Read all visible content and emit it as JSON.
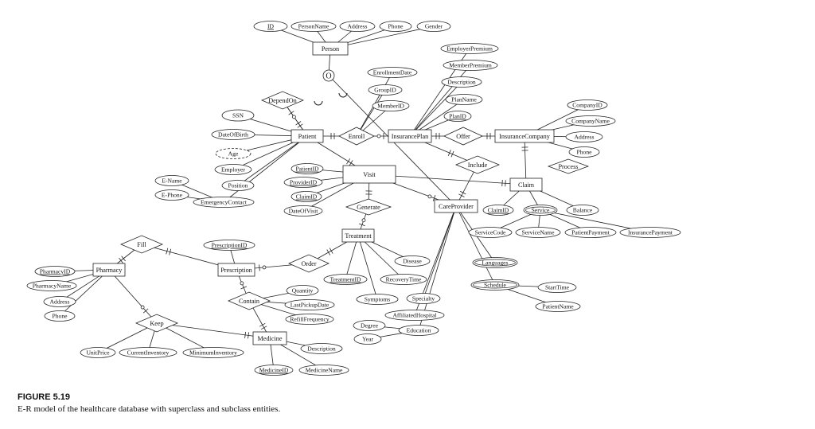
{
  "figure": {
    "label": "FIGURE 5.19",
    "caption": "E-R model of the healthcare database with superclass and subclass entities."
  },
  "diagram": {
    "entities": [
      {
        "id": "person",
        "label": "Person"
      },
      {
        "id": "patient",
        "label": "Patient"
      },
      {
        "id": "insuranceplan",
        "label": "InsurancePlan"
      },
      {
        "id": "insurancecompany",
        "label": "InsuranceCompany"
      },
      {
        "id": "visit",
        "label": "Visit"
      },
      {
        "id": "claim",
        "label": "Claim"
      },
      {
        "id": "careprovider",
        "label": "CareProvider"
      },
      {
        "id": "treatment",
        "label": "Treatment"
      },
      {
        "id": "prescription",
        "label": "Prescription"
      },
      {
        "id": "pharmacy",
        "label": "Pharmacy"
      },
      {
        "id": "medicine",
        "label": "Medicine"
      }
    ],
    "relationships": [
      {
        "id": "dependon",
        "label": "DependOn"
      },
      {
        "id": "enroll",
        "label": "Enroll"
      },
      {
        "id": "offer",
        "label": "Offer"
      },
      {
        "id": "include",
        "label": "Include"
      },
      {
        "id": "process",
        "label": "Process"
      },
      {
        "id": "generate",
        "label": "Generate"
      },
      {
        "id": "order",
        "label": "Order"
      },
      {
        "id": "fill",
        "label": "Fill"
      },
      {
        "id": "contain",
        "label": "Contain"
      },
      {
        "id": "keep",
        "label": "Keep"
      }
    ],
    "attributes": [
      {
        "id": "a_id",
        "label": "ID"
      },
      {
        "id": "a_personname",
        "label": "PersonName"
      },
      {
        "id": "a_address_p",
        "label": "Address"
      },
      {
        "id": "a_phone_p",
        "label": "Phone"
      },
      {
        "id": "a_gender",
        "label": "Gender"
      },
      {
        "id": "a_ssn",
        "label": "SSN"
      },
      {
        "id": "a_dob",
        "label": "DateOfBirth"
      },
      {
        "id": "a_age",
        "label": "Age"
      },
      {
        "id": "a_employer",
        "label": "Employer"
      },
      {
        "id": "a_position",
        "label": "Position"
      },
      {
        "id": "a_emergency",
        "label": "EmergencyContact"
      },
      {
        "id": "a_ename",
        "label": "E-Name"
      },
      {
        "id": "a_ephone",
        "label": "E-Phone"
      },
      {
        "id": "a_enrolldate",
        "label": "EnrollmentDate"
      },
      {
        "id": "a_groupid",
        "label": "GroupID"
      },
      {
        "id": "a_memberid",
        "label": "MemberID"
      },
      {
        "id": "a_employerpremium",
        "label": "EmployerPremium"
      },
      {
        "id": "a_memberpremium",
        "label": "MemberPremium"
      },
      {
        "id": "a_description_ip",
        "label": "Description"
      },
      {
        "id": "a_planname",
        "label": "PlanName"
      },
      {
        "id": "a_planid",
        "label": "PlanID"
      },
      {
        "id": "a_companyid",
        "label": "CompanyID"
      },
      {
        "id": "a_companyname",
        "label": "CompanyName"
      },
      {
        "id": "a_address_ic",
        "label": "Address"
      },
      {
        "id": "a_phone_ic",
        "label": "Phone"
      },
      {
        "id": "a_patientid",
        "label": "PatientID"
      },
      {
        "id": "a_providerid",
        "label": "ProviderID"
      },
      {
        "id": "a_claimid_v",
        "label": "ClaimID"
      },
      {
        "id": "a_dateofvisit",
        "label": "DateOfVisit"
      },
      {
        "id": "a_claimid_c",
        "label": "ClaimID"
      },
      {
        "id": "a_service",
        "label": "Service"
      },
      {
        "id": "a_balance",
        "label": "Balance"
      },
      {
        "id": "a_servicecode",
        "label": "ServiceCode"
      },
      {
        "id": "a_servicename",
        "label": "ServiceName"
      },
      {
        "id": "a_patientpayment",
        "label": "PatientPayment"
      },
      {
        "id": "a_insurancepayment",
        "label": "InsurancePayment"
      },
      {
        "id": "a_languages",
        "label": "Languages"
      },
      {
        "id": "a_schedule",
        "label": "Schedule"
      },
      {
        "id": "a_starttime",
        "label": "StartTime"
      },
      {
        "id": "a_patientname",
        "label": "PatientName"
      },
      {
        "id": "a_specialty",
        "label": "Specialty"
      },
      {
        "id": "a_affiliated",
        "label": "AffiliatedHospital"
      },
      {
        "id": "a_education",
        "label": "Education"
      },
      {
        "id": "a_degree",
        "label": "Degree"
      },
      {
        "id": "a_year",
        "label": "Year"
      },
      {
        "id": "a_disease",
        "label": "Disease"
      },
      {
        "id": "a_treatmentid",
        "label": "TreatmentID"
      },
      {
        "id": "a_recoverytime",
        "label": "RecoveryTime"
      },
      {
        "id": "a_symptoms",
        "label": "Symptoms"
      },
      {
        "id": "a_prescriptionid",
        "label": "PrescriptionID"
      },
      {
        "id": "a_pharmacyid",
        "label": "PharmacyID"
      },
      {
        "id": "a_pharmacyname",
        "label": "PharmacyName"
      },
      {
        "id": "a_address_ph",
        "label": "Address"
      },
      {
        "id": "a_phone_ph",
        "label": "Phone"
      },
      {
        "id": "a_quantity",
        "label": "Quantity"
      },
      {
        "id": "a_lastpickup",
        "label": "LastPickupDate"
      },
      {
        "id": "a_refill",
        "label": "RefillFrequency"
      },
      {
        "id": "a_unitprice",
        "label": "UnitPrice"
      },
      {
        "id": "a_currentinv",
        "label": "CurrentInventory"
      },
      {
        "id": "a_mininv",
        "label": "MinimumInventory"
      },
      {
        "id": "a_description_m",
        "label": "Description"
      },
      {
        "id": "a_medicineid",
        "label": "MedicineID"
      },
      {
        "id": "a_medicinename",
        "label": "MedicineName"
      }
    ],
    "disjointness_symbol": "O"
  }
}
